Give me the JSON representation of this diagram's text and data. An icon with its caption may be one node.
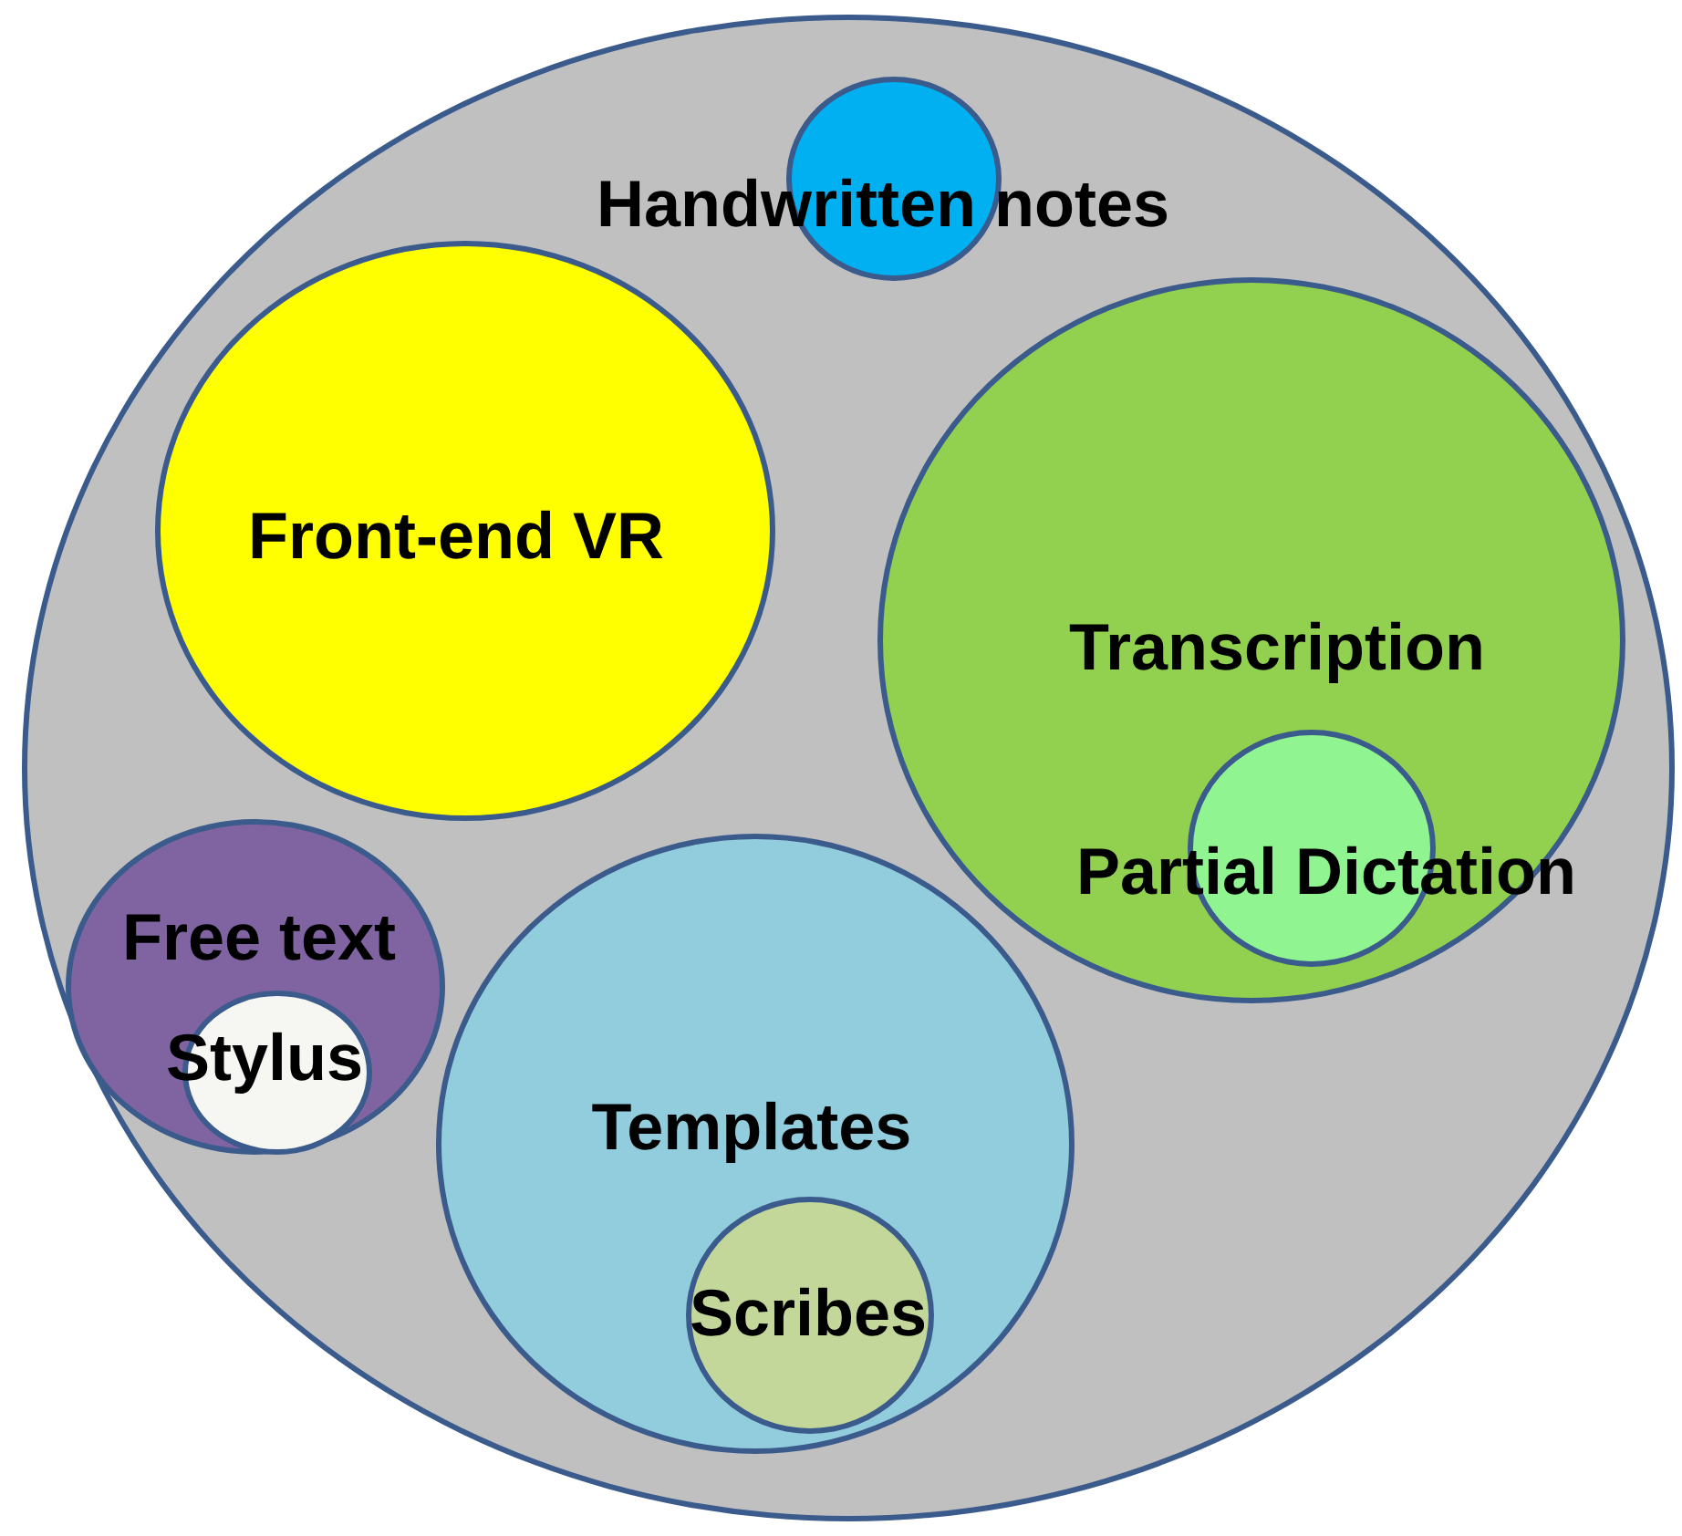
{
  "diagram": {
    "nodes": [
      {
        "text": [],
        "shape": "circle"
      },
      {
        "text": [
          "Handwritten notes"
        ],
        "in": 0
      },
      {
        "text": [
          "Front-end VR"
        ],
        "in": 0
      },
      {
        "text": [
          "Transcription"
        ],
        "in": 0
      },
      {
        "text": [
          "Partial Dictation"
        ],
        "in": 3
      },
      {
        "text": [
          "Free text"
        ],
        "in": 0
      },
      {
        "text": [
          "Stylus"
        ],
        "in": 5
      },
      {
        "text": [
          "Templates"
        ],
        "in": 0
      },
      {
        "text": [
          "Scribes"
        ],
        "in": 7
      }
    ]
  }
}
